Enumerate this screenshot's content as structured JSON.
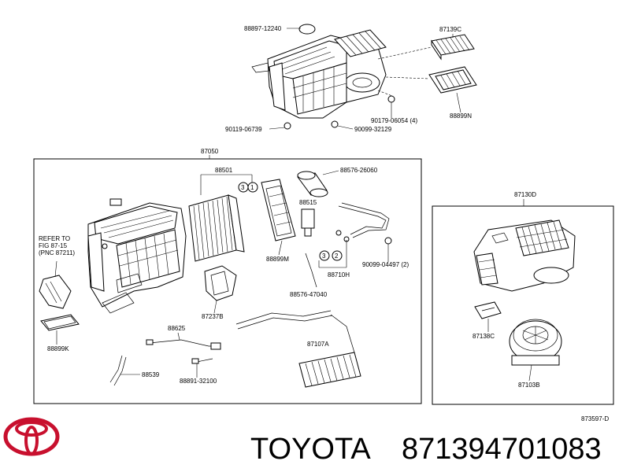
{
  "labels": {
    "p88897": "88897-12240",
    "p87139c": "87139C",
    "p88899n": "88899N",
    "p90179": "90179-06054 (4)",
    "p90119": "90119-06739",
    "p90099a": "90099-32129",
    "p87050": "87050",
    "p88501": "88501",
    "c3a": "3",
    "c1a": "1",
    "p88576a": "88576-26060",
    "p88515": "88515",
    "p88899m": "88899M",
    "c3b": "3",
    "c2b": "2",
    "p88710h": "88710H",
    "p90099b": "90099-04497 (2)",
    "p88576b": "88576-47040",
    "refer1": "REFER TO",
    "refer2": "FIG 87-15",
    "refer3": "(PNC 87211)",
    "p87237b": "87237B",
    "p88899k": "88899K",
    "p88625": "88625",
    "p87107a": "87107A",
    "p88539": "88539",
    "p88891": "88891-32100",
    "p87130d": "87130D",
    "p87138c": "87138C",
    "p87103b": "87103B",
    "code": "873597-D"
  },
  "footer": {
    "brand": "TOYOTA",
    "part_number": "871394701083"
  },
  "colors": {
    "logo": "#c8102e",
    "ink": "#000000"
  },
  "icons": {
    "logo": "toyota-emblem-icon"
  }
}
